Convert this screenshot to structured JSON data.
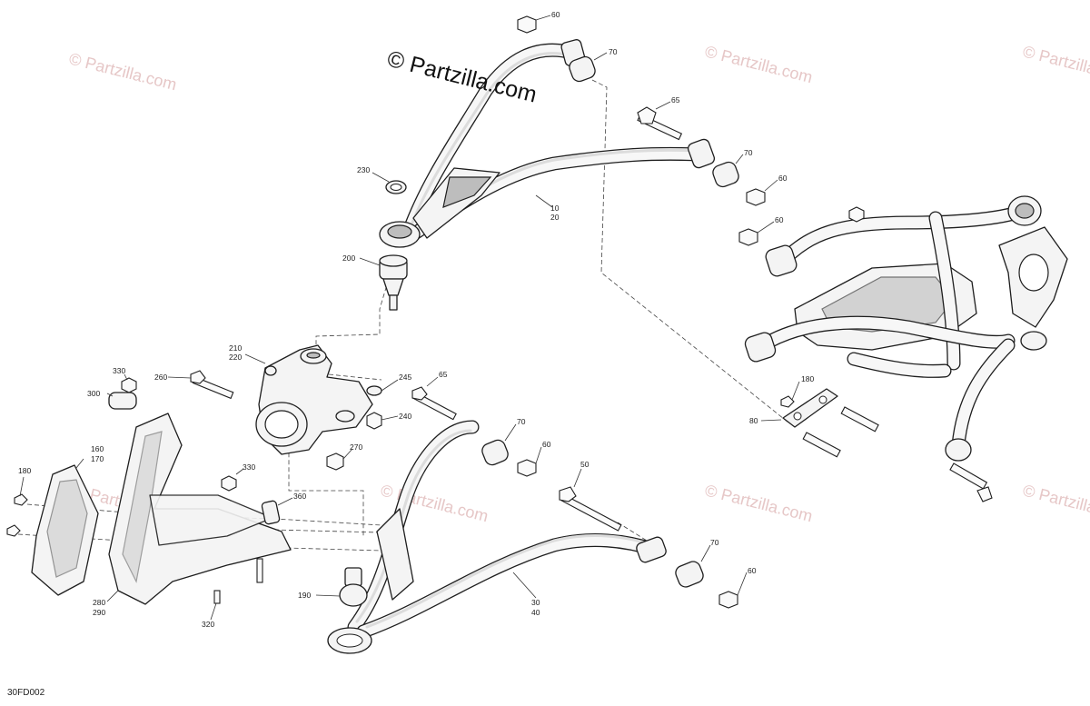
{
  "copyright": "© Partzilla.com",
  "watermark": "© Partzilla.com",
  "diagram_code": "30FD002",
  "callouts": [
    {
      "id": "c-60-top",
      "text": "60"
    },
    {
      "id": "c-70-top",
      "text": "70"
    },
    {
      "id": "c-65-top",
      "text": "65"
    },
    {
      "id": "c-70-mid",
      "text": "70"
    },
    {
      "id": "c-60-mid",
      "text": "60"
    },
    {
      "id": "c-60-right",
      "text": "60"
    },
    {
      "id": "c-230",
      "text": "230"
    },
    {
      "id": "c-10",
      "text": "10"
    },
    {
      "id": "c-20",
      "text": "20"
    },
    {
      "id": "c-200",
      "text": "200"
    },
    {
      "id": "c-210",
      "text": "210"
    },
    {
      "id": "c-220",
      "text": "220"
    },
    {
      "id": "c-260",
      "text": "260"
    },
    {
      "id": "c-330-top",
      "text": "330"
    },
    {
      "id": "c-300",
      "text": "300"
    },
    {
      "id": "c-245",
      "text": "245"
    },
    {
      "id": "c-240",
      "text": "240"
    },
    {
      "id": "c-65-mid",
      "text": "65"
    },
    {
      "id": "c-70-low",
      "text": "70"
    },
    {
      "id": "c-60-low",
      "text": "60"
    },
    {
      "id": "c-270",
      "text": "270"
    },
    {
      "id": "c-180-right",
      "text": "180"
    },
    {
      "id": "c-80",
      "text": "80"
    },
    {
      "id": "c-160",
      "text": "160"
    },
    {
      "id": "c-170",
      "text": "170"
    },
    {
      "id": "c-180-left",
      "text": "180"
    },
    {
      "id": "c-330-mid",
      "text": "330"
    },
    {
      "id": "c-360",
      "text": "360"
    },
    {
      "id": "c-50",
      "text": "50"
    },
    {
      "id": "c-70-bot",
      "text": "70"
    },
    {
      "id": "c-60-bot",
      "text": "60"
    },
    {
      "id": "c-30",
      "text": "30"
    },
    {
      "id": "c-40",
      "text": "40"
    },
    {
      "id": "c-190",
      "text": "190"
    },
    {
      "id": "c-280",
      "text": "280"
    },
    {
      "id": "c-290",
      "text": "290"
    },
    {
      "id": "c-320",
      "text": "320"
    }
  ]
}
